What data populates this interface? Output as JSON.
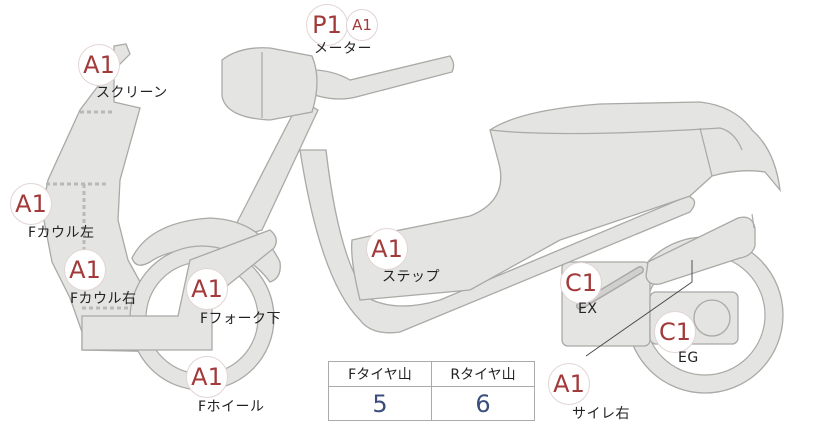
{
  "parts": [
    {
      "id": "meter",
      "grade": "P1",
      "sub_grade": "A1",
      "label": "メーター"
    },
    {
      "id": "screen",
      "grade": "A1",
      "label": "スクリーン"
    },
    {
      "id": "f-cowl-left",
      "grade": "A1",
      "label": "Fカウル左"
    },
    {
      "id": "f-cowl-right",
      "grade": "A1",
      "label": "Fカウル右"
    },
    {
      "id": "f-fork-lower",
      "grade": "A1",
      "label": "Fフォーク下"
    },
    {
      "id": "f-wheel",
      "grade": "A1",
      "label": "Fホイール"
    },
    {
      "id": "step",
      "grade": "A1",
      "label": "ステップ"
    },
    {
      "id": "ex",
      "grade": "C1",
      "label": "EX"
    },
    {
      "id": "eg",
      "grade": "C1",
      "label": "EG"
    },
    {
      "id": "muffler-right",
      "grade": "A1",
      "label": "サイレ右"
    }
  ],
  "tire_table": {
    "headers": [
      "Fタイヤ山",
      "Rタイヤ山"
    ],
    "values": [
      "5",
      "6"
    ]
  },
  "colors": {
    "grade": "#a23a3a",
    "tire_value": "#3a4e7e",
    "part_fill": "#e4e4e2",
    "part_outline": "#a9a9a6"
  }
}
